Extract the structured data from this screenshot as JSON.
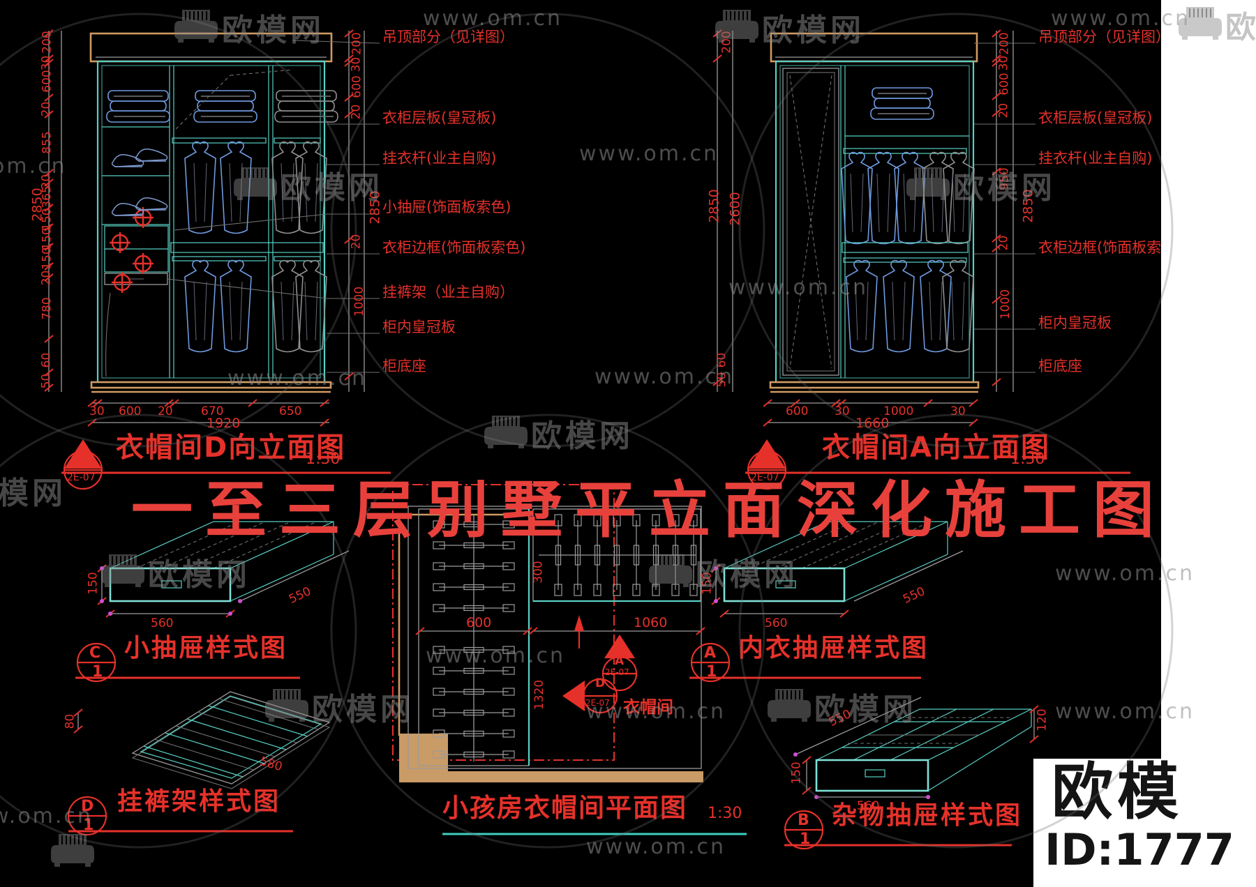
{
  "banner": {
    "title": "一至三层别墅平立面深化施工图"
  },
  "watermark": {
    "site": "www.om.cn",
    "site_short": "om.cn",
    "site_partial": "w.om.cn",
    "brand": "欧模网"
  },
  "badge": {
    "brand": "欧模",
    "id": "ID:1777"
  },
  "elev_d": {
    "title": "衣帽间D向立面图",
    "scale": "1:30",
    "marker_letter": "D",
    "marker_code": "2E-07",
    "dims_left": [
      "200",
      "30",
      "600",
      "20",
      "855",
      "20",
      "365",
      "150",
      "150",
      "150",
      "20",
      "780",
      "60",
      "50"
    ],
    "total_height": "2850",
    "dims_inner": [
      "200",
      "30",
      "600",
      "20",
      "20",
      "1000"
    ],
    "inner_total": "2850",
    "dims_bottom": [
      "30",
      "600",
      "20",
      "670",
      "650"
    ],
    "total_width": "1920"
  },
  "elev_a": {
    "title": "衣帽间A向立面图",
    "scale": "1:30",
    "marker_letter": "A",
    "marker_code": "2E-07",
    "dim_top_left": "200",
    "totals_left": [
      "2850",
      "2600"
    ],
    "dims_right": [
      "200",
      "30",
      "600",
      "20",
      "950",
      "20",
      "1000"
    ],
    "total_right": "2850",
    "dims_base": [
      "60",
      "50"
    ],
    "dims_bottom": [
      "600",
      "30",
      "1000",
      "30"
    ],
    "total_width": "1660"
  },
  "part_labels": [
    "吊顶部分（见详图）",
    "衣柜层板(皇冠板)",
    "挂衣杆(业主自购)",
    "小抽屉(饰面板索色)",
    "衣柜边框(饰面板索色)",
    "挂裤架（业主自购）",
    "柜内皇冠板",
    "柜底座"
  ],
  "part_labels_right": [
    "吊顶部分（见详图）",
    "衣柜层板(皇冠板)",
    "挂衣杆(业主自购)",
    "衣柜边框(饰面板索色)",
    "柜内皇冠板",
    "柜底座"
  ],
  "plan": {
    "title": "小孩房衣帽间平面图",
    "scale": "1:30",
    "room": "衣帽间",
    "marker_a": {
      "letter": "A",
      "code": "2E-07"
    },
    "marker_d": {
      "letter": "D",
      "code": "2E-07"
    },
    "dim_left": "600",
    "dim_right": "1060",
    "dim_depth": "300",
    "dim_height": "1320"
  },
  "samples": {
    "s1": {
      "label": "小抽屉样式图",
      "letter": "C",
      "num": "1",
      "dim_h": "150",
      "dim_w": "560",
      "dim_d": "550"
    },
    "s2": {
      "label": "挂裤架样式图",
      "letter": "D",
      "num": "1",
      "dim_h": "80",
      "dim_d": "580"
    },
    "s3": {
      "label": "内衣抽屉样式图",
      "letter": "A",
      "num": "1",
      "dim_h": "150",
      "dim_w": "560",
      "dim_d": "550"
    },
    "s4": {
      "label": "杂物抽屉样式图",
      "letter": "B",
      "num": "1",
      "dim_h": "150",
      "dim_w": "560",
      "dim_d": "550",
      "dim_t": "120"
    }
  }
}
